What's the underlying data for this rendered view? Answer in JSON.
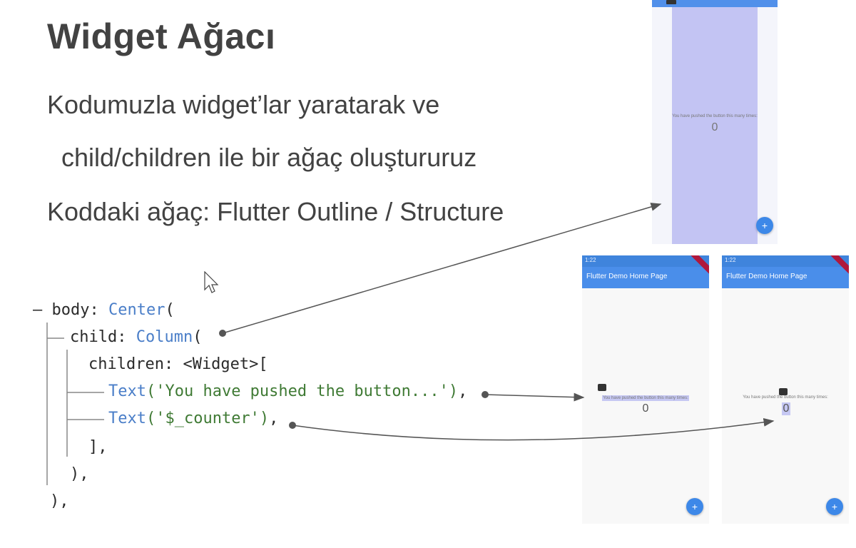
{
  "slide": {
    "title": "Widget Ağacı",
    "bullets": [
      "Kodumuzla widget’lar yaratarak ve",
      "child/children ile bir ağaç oluştururuz",
      "Koddaki ağaç: Flutter Outline / Structure"
    ]
  },
  "code": {
    "line1": {
      "prefix": "– body: ",
      "kw": "Center",
      "suffix": "("
    },
    "line2": {
      "prefix": "child: ",
      "kw": "Column",
      "suffix": "("
    },
    "line3": {
      "text": "children: <Widget>["
    },
    "line4": {
      "kw": "Text",
      "str": "('You have pushed the button...')",
      "suffix": ","
    },
    "line5": {
      "kw": "Text",
      "str": "('$_counter')",
      "suffix": ","
    },
    "line6": {
      "text": "],"
    },
    "line7": {
      "text": "),"
    },
    "line8": {
      "text": "),"
    }
  },
  "phones": {
    "top": {
      "text": "You have pushed the button this many times:",
      "counter": "0",
      "fab": "+"
    },
    "mid": {
      "status_time": "1:22",
      "app_title": "Flutter Demo Home Page",
      "text": "You have pushed the button this many times:",
      "counter": "0",
      "fab": "+"
    },
    "right": {
      "status_time": "1:22",
      "app_title": "Flutter Demo Home Page",
      "text": "You have pushed the button this many times:",
      "counter": "0",
      "fab": "+"
    }
  },
  "colors": {
    "app_bar": "#4a8eea",
    "highlight": "#c3c4f3",
    "keyword": "#4a7ec8",
    "string": "#3f7a34"
  },
  "icons": [
    "mouse-cursor-icon",
    "add-icon"
  ]
}
